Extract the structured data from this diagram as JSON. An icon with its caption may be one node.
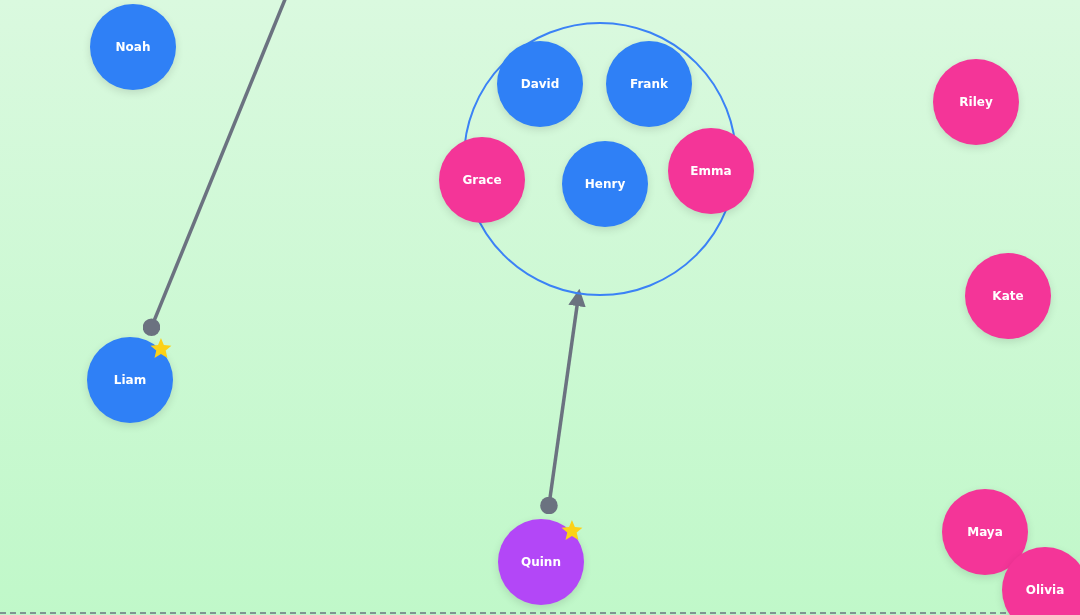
{
  "diagram": {
    "nodes": [
      {
        "text": [
          "Noah"
        ]
      },
      {
        "text": [],
        "shape": "circle"
      },
      {
        "text": [
          "David"
        ],
        "in": 1
      },
      {
        "text": [
          "Frank"
        ],
        "in": 1
      },
      {
        "text": [
          "Riley"
        ]
      },
      {
        "text": [
          "Grace"
        ]
      },
      {
        "text": [
          "Henry"
        ],
        "in": 1
      },
      {
        "text": [
          "Emma"
        ]
      },
      {
        "text": [
          "Kate"
        ]
      },
      {
        "text": [
          "Liam"
        ]
      },
      {
        "text": [
          "Quinn"
        ]
      },
      {
        "text": [
          "Maya"
        ]
      },
      {
        "text": [
          "Olivia"
        ]
      }
    ],
    "edges": [
      {
        "from": 9,
        "to": null,
        "arrow": "to"
      },
      {
        "from": 10,
        "to": 1,
        "arrow": "to"
      }
    ]
  }
}
